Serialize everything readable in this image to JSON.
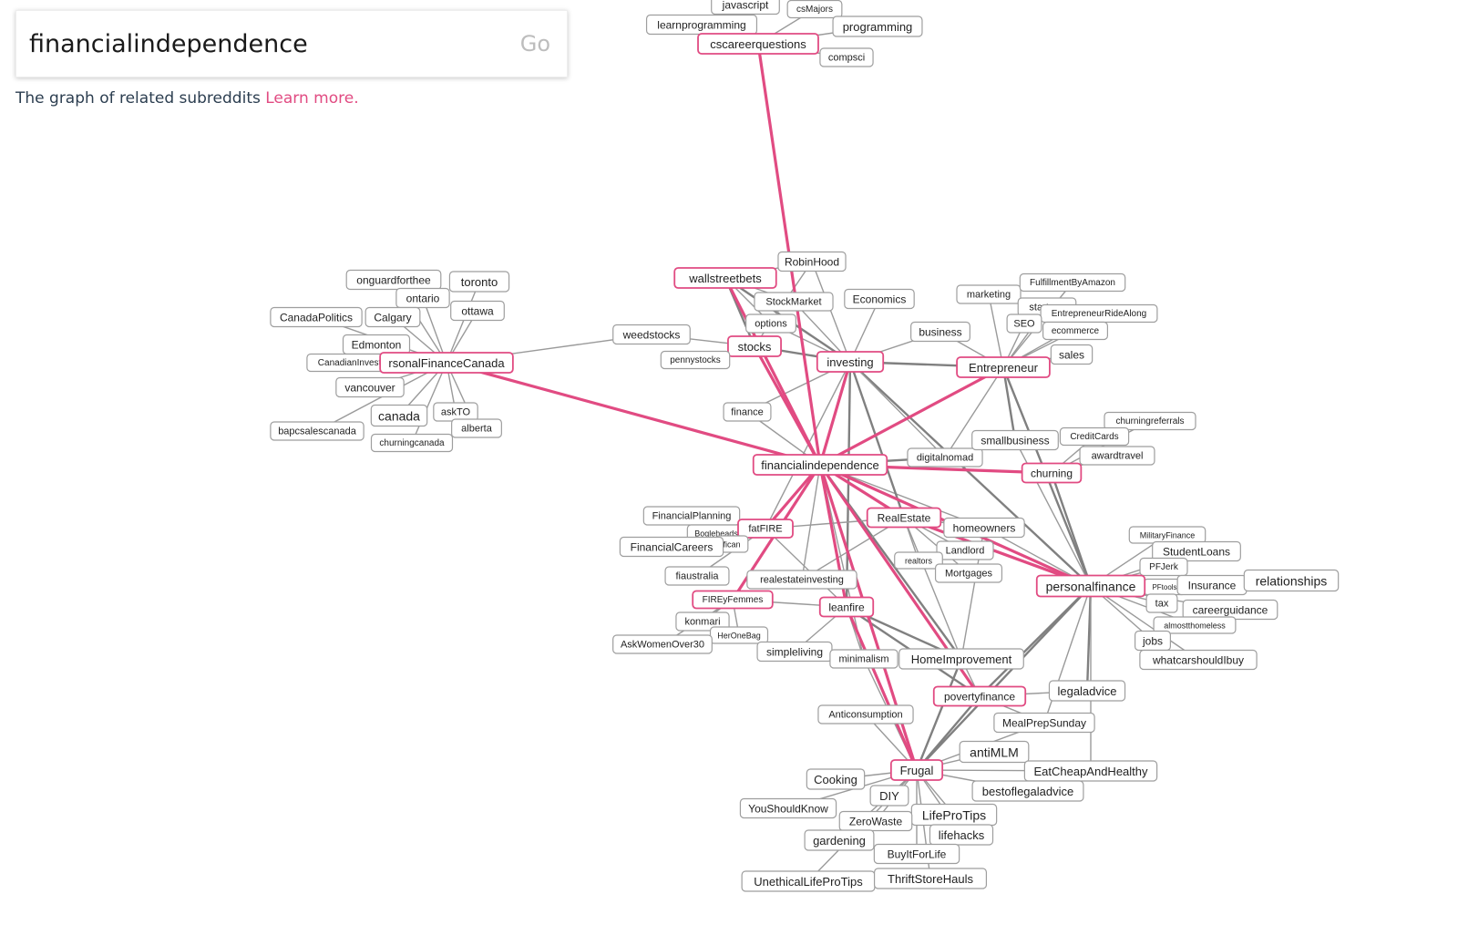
{
  "search": {
    "value": "financialindependence",
    "go_label": "Go"
  },
  "subtitle": {
    "text": "The graph of related subreddits",
    "link": "Learn more."
  },
  "colors": {
    "highlight": "#e14b82",
    "edge": "#9a9a9a",
    "edge_dark": "#808080",
    "node_border": "#9e9e9e",
    "text": "#2c3e50"
  },
  "nodes": [
    {
      "id": "javascript",
      "label": "javascript",
      "type": "normal"
    },
    {
      "id": "csMajors",
      "label": "csMajors",
      "type": "normal"
    },
    {
      "id": "learnprogramming",
      "label": "learnprogramming",
      "type": "normal"
    },
    {
      "id": "programming",
      "label": "programming",
      "type": "normal"
    },
    {
      "id": "cscareerquestions",
      "label": "cscareerquestions",
      "type": "pink"
    },
    {
      "id": "compsci",
      "label": "compsci",
      "type": "normal"
    },
    {
      "id": "onguardforthee",
      "label": "onguardforthee",
      "type": "normal"
    },
    {
      "id": "toronto",
      "label": "toronto",
      "type": "normal"
    },
    {
      "id": "ontario",
      "label": "ontario",
      "type": "normal"
    },
    {
      "id": "ottawa",
      "label": "ottawa",
      "type": "normal"
    },
    {
      "id": "CanadaPolitics",
      "label": "CanadaPolitics",
      "type": "normal"
    },
    {
      "id": "Calgary",
      "label": "Calgary",
      "type": "normal"
    },
    {
      "id": "Edmonton",
      "label": "Edmonton",
      "type": "normal"
    },
    {
      "id": "CanadianInvestor",
      "label": "CanadianInvestor",
      "type": "normal"
    },
    {
      "id": "PersonalFinanceCanada",
      "label": "rsonalFinanceCanada",
      "type": "pink"
    },
    {
      "id": "vancouver",
      "label": "vancouver",
      "type": "normal"
    },
    {
      "id": "canada",
      "label": "canada",
      "type": "normal"
    },
    {
      "id": "askTO",
      "label": "askTO",
      "type": "normal"
    },
    {
      "id": "bapcsalescanada",
      "label": "bapcsalescanada",
      "type": "normal"
    },
    {
      "id": "alberta",
      "label": "alberta",
      "type": "normal"
    },
    {
      "id": "churningcanada",
      "label": "churningcanada",
      "type": "normal"
    },
    {
      "id": "RobinHood",
      "label": "RobinHood",
      "type": "normal"
    },
    {
      "id": "wallstreetbets",
      "label": "wallstreetbets",
      "type": "pink"
    },
    {
      "id": "StockMarket",
      "label": "StockMarket",
      "type": "normal"
    },
    {
      "id": "Economics",
      "label": "Economics",
      "type": "normal"
    },
    {
      "id": "options",
      "label": "options",
      "type": "normal"
    },
    {
      "id": "weedstocks",
      "label": "weedstocks",
      "type": "normal"
    },
    {
      "id": "stocks",
      "label": "stocks",
      "type": "pink"
    },
    {
      "id": "pennystocks",
      "label": "pennystocks",
      "type": "normal"
    },
    {
      "id": "investing",
      "label": "investing",
      "type": "pink"
    },
    {
      "id": "business",
      "label": "business",
      "type": "normal"
    },
    {
      "id": "marketing",
      "label": "marketing",
      "type": "normal"
    },
    {
      "id": "FulfillmentByAmazon",
      "label": "FulfillmentByAmazon",
      "type": "normal"
    },
    {
      "id": "startups",
      "label": "startups",
      "type": "normal"
    },
    {
      "id": "EntrepreneurRideAlong",
      "label": "EntrepreneurRideAlong",
      "type": "normal"
    },
    {
      "id": "SEO",
      "label": "SEO",
      "type": "normal"
    },
    {
      "id": "ecommerce",
      "label": "ecommerce",
      "type": "normal"
    },
    {
      "id": "sales",
      "label": "sales",
      "type": "normal"
    },
    {
      "id": "Entrepreneur",
      "label": "Entrepreneur",
      "type": "pink"
    },
    {
      "id": "finance",
      "label": "finance",
      "type": "normal"
    },
    {
      "id": "financialindependence",
      "label": "financialindependence",
      "type": "pink"
    },
    {
      "id": "digitalnomad",
      "label": "digitalnomad",
      "type": "normal"
    },
    {
      "id": "smallbusiness",
      "label": "smallbusiness",
      "type": "normal"
    },
    {
      "id": "churningreferrals",
      "label": "churningreferrals",
      "type": "normal"
    },
    {
      "id": "CreditCards",
      "label": "CreditCards",
      "type": "normal"
    },
    {
      "id": "awardtravel",
      "label": "awardtravel",
      "type": "normal"
    },
    {
      "id": "churning",
      "label": "churning",
      "type": "pink"
    },
    {
      "id": "FinancialPlanning",
      "label": "FinancialPlanning",
      "type": "normal"
    },
    {
      "id": "Bogleheads",
      "label": "Bogleheads",
      "type": "normal"
    },
    {
      "id": "fatFIRE",
      "label": "fatFIRE",
      "type": "pink"
    },
    {
      "id": "fican",
      "label": "fican",
      "type": "normal"
    },
    {
      "id": "FinancialCareers",
      "label": "FinancialCareers",
      "type": "normal"
    },
    {
      "id": "RealEstate",
      "label": "RealEstate",
      "type": "pink"
    },
    {
      "id": "homeowners",
      "label": "homeowners",
      "type": "normal"
    },
    {
      "id": "Landlord",
      "label": "Landlord",
      "type": "normal"
    },
    {
      "id": "realtors",
      "label": "realtors",
      "type": "normal"
    },
    {
      "id": "Mortgages",
      "label": "Mortgages",
      "type": "normal"
    },
    {
      "id": "fiaustralia",
      "label": "fiaustralia",
      "type": "normal"
    },
    {
      "id": "realestateinvesting",
      "label": "realestateinvesting",
      "type": "normal"
    },
    {
      "id": "FIREyFemmes",
      "label": "FIREyFemmes",
      "type": "pink"
    },
    {
      "id": "leanfire",
      "label": "leanfire",
      "type": "pink"
    },
    {
      "id": "konmari",
      "label": "konmari",
      "type": "normal"
    },
    {
      "id": "HerOneBag",
      "label": "HerOneBag",
      "type": "normal"
    },
    {
      "id": "AskWomenOver30",
      "label": "AskWomenOver30",
      "type": "normal"
    },
    {
      "id": "simpleliving",
      "label": "simpleliving",
      "type": "normal"
    },
    {
      "id": "minimalism",
      "label": "minimalism",
      "type": "normal"
    },
    {
      "id": "HomeImprovement",
      "label": "HomeImprovement",
      "type": "normal"
    },
    {
      "id": "MilitaryFinance",
      "label": "MilitaryFinance",
      "type": "normal"
    },
    {
      "id": "StudentLoans",
      "label": "StudentLoans",
      "type": "normal"
    },
    {
      "id": "PFJerk",
      "label": "PFJerk",
      "type": "normal"
    },
    {
      "id": "PFtools",
      "label": "PFtools",
      "type": "normal"
    },
    {
      "id": "Insurance",
      "label": "Insurance",
      "type": "normal"
    },
    {
      "id": "relationships",
      "label": "relationships",
      "type": "normal"
    },
    {
      "id": "personalfinance",
      "label": "personalfinance",
      "type": "pink"
    },
    {
      "id": "tax",
      "label": "tax",
      "type": "normal"
    },
    {
      "id": "careerguidance",
      "label": "careerguidance",
      "type": "normal"
    },
    {
      "id": "almostthomeless",
      "label": "almostthomeless",
      "type": "normal"
    },
    {
      "id": "jobs",
      "label": "jobs",
      "type": "normal"
    },
    {
      "id": "whatcarshouldIbuy",
      "label": "whatcarshouldIbuy",
      "type": "normal"
    },
    {
      "id": "legaladvice",
      "label": "legaladvice",
      "type": "normal"
    },
    {
      "id": "povertyfinance",
      "label": "povertyfinance",
      "type": "pink"
    },
    {
      "id": "Anticonsumption",
      "label": "Anticonsumption",
      "type": "normal"
    },
    {
      "id": "MealPrepSunday",
      "label": "MealPrepSunday",
      "type": "normal"
    },
    {
      "id": "antiMLM",
      "label": "antiMLM",
      "type": "normal"
    },
    {
      "id": "Frugal",
      "label": "Frugal",
      "type": "pink"
    },
    {
      "id": "EatCheapAndHealthy",
      "label": "EatCheapAndHealthy",
      "type": "normal"
    },
    {
      "id": "Cooking",
      "label": "Cooking",
      "type": "normal"
    },
    {
      "id": "bestoflegaladvice",
      "label": "bestoflegaladvice",
      "type": "normal"
    },
    {
      "id": "DIY",
      "label": "DIY",
      "type": "normal"
    },
    {
      "id": "YouShouldKnow",
      "label": "YouShouldKnow",
      "type": "normal"
    },
    {
      "id": "LifeProTips",
      "label": "LifeProTips",
      "type": "normal"
    },
    {
      "id": "ZeroWaste",
      "label": "ZeroWaste",
      "type": "normal"
    },
    {
      "id": "gardening",
      "label": "gardening",
      "type": "normal"
    },
    {
      "id": "lifehacks",
      "label": "lifehacks",
      "type": "normal"
    },
    {
      "id": "BuyItForLife",
      "label": "BuyItForLife",
      "type": "normal"
    },
    {
      "id": "UnethicalLifeProTips",
      "label": "UnethicalLifeProTips",
      "type": "normal"
    },
    {
      "id": "ThriftStoreHauls",
      "label": "ThriftStoreHauls",
      "type": "normal"
    }
  ],
  "edges": [
    [
      "financialindependence",
      "cscareerquestions",
      "pink"
    ],
    [
      "financialindependence",
      "PersonalFinanceCanada",
      "pink"
    ],
    [
      "financialindependence",
      "wallstreetbets",
      "pink"
    ],
    [
      "financialindependence",
      "stocks",
      "pink"
    ],
    [
      "financialindependence",
      "investing",
      "pink"
    ],
    [
      "financialindependence",
      "Entrepreneur",
      "pink"
    ],
    [
      "financialindependence",
      "churning",
      "pink"
    ],
    [
      "financialindependence",
      "fatFIRE",
      "pink"
    ],
    [
      "financialindependence",
      "FIREyFemmes",
      "pink"
    ],
    [
      "financialindependence",
      "RealEstate",
      "pink"
    ],
    [
      "financialindependence",
      "leanfire",
      "pink"
    ],
    [
      "financialindependence",
      "personalfinance",
      "pink"
    ],
    [
      "financialindependence",
      "povertyfinance",
      "pink"
    ],
    [
      "financialindependence",
      "Frugal",
      "pink"
    ],
    [
      "financialindependence",
      "digitalnomad",
      "dark"
    ],
    [
      "financialindependence",
      "finance",
      "gray"
    ],
    [
      "financialindependence",
      "homeowners",
      "gray"
    ],
    [
      "financialindependence",
      "HomeImprovement",
      "dark"
    ],
    [
      "financialindependence",
      "minimalism",
      "gray"
    ],
    [
      "financialindependence",
      "realestateinvesting",
      "gray"
    ],
    [
      "cscareerquestions",
      "learnprogramming",
      "gray"
    ],
    [
      "cscareerquestions",
      "programming",
      "gray"
    ],
    [
      "cscareerquestions",
      "compsci",
      "gray"
    ],
    [
      "cscareerquestions",
      "javascript",
      "gray"
    ],
    [
      "cscareerquestions",
      "csMajors",
      "gray"
    ],
    [
      "PersonalFinanceCanada",
      "onguardforthee",
      "gray"
    ],
    [
      "PersonalFinanceCanada",
      "toronto",
      "gray"
    ],
    [
      "PersonalFinanceCanada",
      "ontario",
      "gray"
    ],
    [
      "PersonalFinanceCanada",
      "ottawa",
      "gray"
    ],
    [
      "PersonalFinanceCanada",
      "CanadaPolitics",
      "gray"
    ],
    [
      "PersonalFinanceCanada",
      "Calgary",
      "gray"
    ],
    [
      "PersonalFinanceCanada",
      "Edmonton",
      "gray"
    ],
    [
      "PersonalFinanceCanada",
      "CanadianInvestor",
      "gray"
    ],
    [
      "PersonalFinanceCanada",
      "vancouver",
      "gray"
    ],
    [
      "PersonalFinanceCanada",
      "canada",
      "gray"
    ],
    [
      "PersonalFinanceCanada",
      "askTO",
      "gray"
    ],
    [
      "PersonalFinanceCanada",
      "bapcsalescanada",
      "gray"
    ],
    [
      "PersonalFinanceCanada",
      "alberta",
      "gray"
    ],
    [
      "PersonalFinanceCanada",
      "churningcanada",
      "gray"
    ],
    [
      "PersonalFinanceCanada",
      "weedstocks",
      "gray"
    ],
    [
      "wallstreetbets",
      "RobinHood",
      "gray"
    ],
    [
      "wallstreetbets",
      "StockMarket",
      "gray"
    ],
    [
      "wallstreetbets",
      "options",
      "gray"
    ],
    [
      "wallstreetbets",
      "stocks",
      "dark"
    ],
    [
      "wallstreetbets",
      "investing",
      "dark"
    ],
    [
      "RobinHood",
      "investing",
      "gray"
    ],
    [
      "RobinHood",
      "stocks",
      "gray"
    ],
    [
      "StockMarket",
      "investing",
      "gray"
    ],
    [
      "options",
      "investing",
      "gray"
    ],
    [
      "Economics",
      "investing",
      "gray"
    ],
    [
      "weedstocks",
      "stocks",
      "gray"
    ],
    [
      "pennystocks",
      "stocks",
      "gray"
    ],
    [
      "stocks",
      "investing",
      "dark"
    ],
    [
      "investing",
      "business",
      "gray"
    ],
    [
      "investing",
      "Entrepreneur",
      "dark"
    ],
    [
      "investing",
      "finance",
      "gray"
    ],
    [
      "investing",
      "RealEstate",
      "dark"
    ],
    [
      "investing",
      "personalfinance",
      "dark"
    ],
    [
      "investing",
      "leanfire",
      "dark"
    ],
    [
      "investing",
      "fatFIRE",
      "gray"
    ],
    [
      "investing",
      "digitalnomad",
      "gray"
    ],
    [
      "business",
      "Entrepreneur",
      "gray"
    ],
    [
      "Entrepreneur",
      "marketing",
      "gray"
    ],
    [
      "Entrepreneur",
      "FulfillmentByAmazon",
      "gray"
    ],
    [
      "Entrepreneur",
      "startups",
      "gray"
    ],
    [
      "Entrepreneur",
      "EntrepreneurRideAlong",
      "gray"
    ],
    [
      "Entrepreneur",
      "SEO",
      "gray"
    ],
    [
      "Entrepreneur",
      "ecommerce",
      "gray"
    ],
    [
      "Entrepreneur",
      "sales",
      "gray"
    ],
    [
      "Entrepreneur",
      "smallbusiness",
      "dark"
    ],
    [
      "Entrepreneur",
      "digitalnomad",
      "gray"
    ],
    [
      "Entrepreneur",
      "personalfinance",
      "dark"
    ],
    [
      "churning",
      "churningreferrals",
      "gray"
    ],
    [
      "churning",
      "CreditCards",
      "gray"
    ],
    [
      "churning",
      "awardtravel",
      "gray"
    ],
    [
      "churning",
      "personalfinance",
      "dark"
    ],
    [
      "smallbusiness",
      "personalfinance",
      "gray"
    ],
    [
      "fatFIRE",
      "FinancialPlanning",
      "gray"
    ],
    [
      "fatFIRE",
      "Bogleheads",
      "gray"
    ],
    [
      "fatFIRE",
      "fican",
      "gray"
    ],
    [
      "fatFIRE",
      "FinancialCareers",
      "gray"
    ],
    [
      "fatFIRE",
      "fiaustralia",
      "gray"
    ],
    [
      "fatFIRE",
      "leanfire",
      "gray"
    ],
    [
      "fatFIRE",
      "RealEstate",
      "gray"
    ],
    [
      "FIREyFemmes",
      "konmari",
      "gray"
    ],
    [
      "FIREyFemmes",
      "HerOneBag",
      "gray"
    ],
    [
      "FIREyFemmes",
      "AskWomenOver30",
      "gray"
    ],
    [
      "FIREyFemmes",
      "leanfire",
      "gray"
    ],
    [
      "RealEstate",
      "homeowners",
      "gray"
    ],
    [
      "RealEstate",
      "Landlord",
      "gray"
    ],
    [
      "RealEstate",
      "realtors",
      "gray"
    ],
    [
      "RealEstate",
      "Mortgages",
      "gray"
    ],
    [
      "RealEstate",
      "realestateinvesting",
      "gray"
    ],
    [
      "RealEstate",
      "personalfinance",
      "pink"
    ],
    [
      "RealEstate",
      "HomeImprovement",
      "gray"
    ],
    [
      "homeowners",
      "personalfinance",
      "gray"
    ],
    [
      "homeowners",
      "HomeImprovement",
      "gray"
    ],
    [
      "leanfire",
      "simpleliving",
      "gray"
    ],
    [
      "leanfire",
      "minimalism",
      "gray"
    ],
    [
      "leanfire",
      "Frugal",
      "pink"
    ],
    [
      "leanfire",
      "povertyfinance",
      "dark"
    ],
    [
      "leanfire",
      "HomeImprovement",
      "dark"
    ],
    [
      "minimalism",
      "Frugal",
      "gray"
    ],
    [
      "HomeImprovement",
      "Frugal",
      "dark"
    ],
    [
      "HomeImprovement",
      "povertyfinance",
      "gray"
    ],
    [
      "personalfinance",
      "MilitaryFinance",
      "gray"
    ],
    [
      "personalfinance",
      "StudentLoans",
      "gray"
    ],
    [
      "personalfinance",
      "PFJerk",
      "gray"
    ],
    [
      "personalfinance",
      "PFtools",
      "gray"
    ],
    [
      "personalfinance",
      "Insurance",
      "gray"
    ],
    [
      "personalfinance",
      "relationships",
      "gray"
    ],
    [
      "personalfinance",
      "tax",
      "gray"
    ],
    [
      "personalfinance",
      "careerguidance",
      "gray"
    ],
    [
      "personalfinance",
      "almostthomeless",
      "gray"
    ],
    [
      "personalfinance",
      "jobs",
      "gray"
    ],
    [
      "personalfinance",
      "whatcarshouldIbuy",
      "gray"
    ],
    [
      "personalfinance",
      "legaladvice",
      "dark"
    ],
    [
      "personalfinance",
      "povertyfinance",
      "dark"
    ],
    [
      "personalfinance",
      "Frugal",
      "dark"
    ],
    [
      "personalfinance",
      "MealPrepSunday",
      "gray"
    ],
    [
      "personalfinance",
      "EatCheapAndHealthy",
      "gray"
    ],
    [
      "povertyfinance",
      "MealPrepSunday",
      "gray"
    ],
    [
      "povertyfinance",
      "Frugal",
      "dark"
    ],
    [
      "povertyfinance",
      "legaladvice",
      "gray"
    ],
    [
      "Frugal",
      "Anticonsumption",
      "gray"
    ],
    [
      "Frugal",
      "antiMLM",
      "gray"
    ],
    [
      "Frugal",
      "EatCheapAndHealthy",
      "gray"
    ],
    [
      "Frugal",
      "MealPrepSunday",
      "gray"
    ],
    [
      "Frugal",
      "Cooking",
      "gray"
    ],
    [
      "Frugal",
      "bestoflegaladvice",
      "gray"
    ],
    [
      "Frugal",
      "DIY",
      "gray"
    ],
    [
      "Frugal",
      "YouShouldKnow",
      "gray"
    ],
    [
      "Frugal",
      "LifeProTips",
      "gray"
    ],
    [
      "Frugal",
      "ZeroWaste",
      "gray"
    ],
    [
      "Frugal",
      "gardening",
      "gray"
    ],
    [
      "Frugal",
      "lifehacks",
      "gray"
    ],
    [
      "Frugal",
      "BuyItForLife",
      "gray"
    ],
    [
      "Frugal",
      "UnethicalLifeProTips",
      "gray"
    ],
    [
      "Frugal",
      "ThriftStoreHauls",
      "gray"
    ]
  ]
}
